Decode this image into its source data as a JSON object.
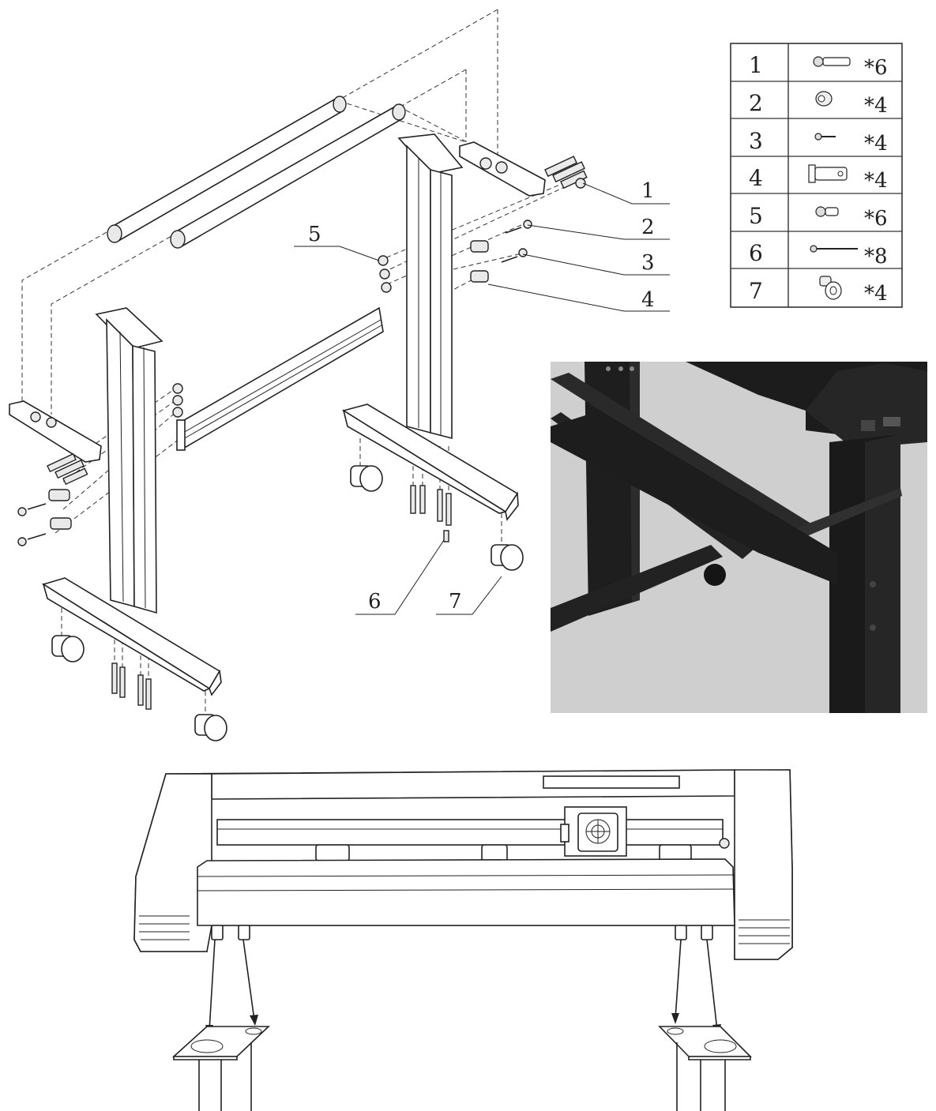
{
  "callouts": [
    {
      "label": "1"
    },
    {
      "label": "2"
    },
    {
      "label": "3"
    },
    {
      "label": "4"
    },
    {
      "label": "5"
    },
    {
      "label": "6"
    },
    {
      "label": "7"
    }
  ],
  "parts_table": {
    "rows": [
      {
        "number": "1",
        "icon": "long-bolt-icon",
        "quantity": "*6"
      },
      {
        "number": "2",
        "icon": "nut-icon",
        "quantity": "*4"
      },
      {
        "number": "3",
        "icon": "short-screw-icon",
        "quantity": "*4"
      },
      {
        "number": "4",
        "icon": "sleeve-icon",
        "quantity": "*4"
      },
      {
        "number": "5",
        "icon": "short-bolt-icon",
        "quantity": "*6"
      },
      {
        "number": "6",
        "icon": "long-screw-icon",
        "quantity": "*8"
      },
      {
        "number": "7",
        "icon": "caster-icon",
        "quantity": "*4"
      }
    ]
  },
  "colors": {
    "line": "#222222",
    "photo_dark": "#1c1c1c",
    "photo_bg": "#d9d9d9"
  }
}
